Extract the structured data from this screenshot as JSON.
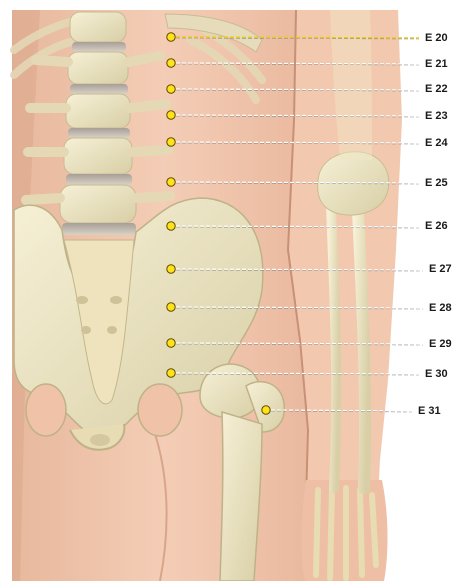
{
  "figure": {
    "points": [
      {
        "label": "E 20",
        "highlighted": true
      },
      {
        "label": "E 21"
      },
      {
        "label": "E 22"
      },
      {
        "label": "E 23"
      },
      {
        "label": "E 24"
      },
      {
        "label": "E 25"
      },
      {
        "label": "E 26"
      },
      {
        "label": "E 27"
      },
      {
        "label": "E 28"
      },
      {
        "label": "E 29"
      },
      {
        "label": "E 30"
      },
      {
        "label": "E 31"
      }
    ],
    "colors": {
      "point_fill": "#ffe21a",
      "point_stroke": "#5a4a00",
      "leader_line": "#ffffff",
      "highlight_line": "#e8c81a",
      "skin": "#f1c6ad",
      "bone": "#efe8c8"
    }
  }
}
